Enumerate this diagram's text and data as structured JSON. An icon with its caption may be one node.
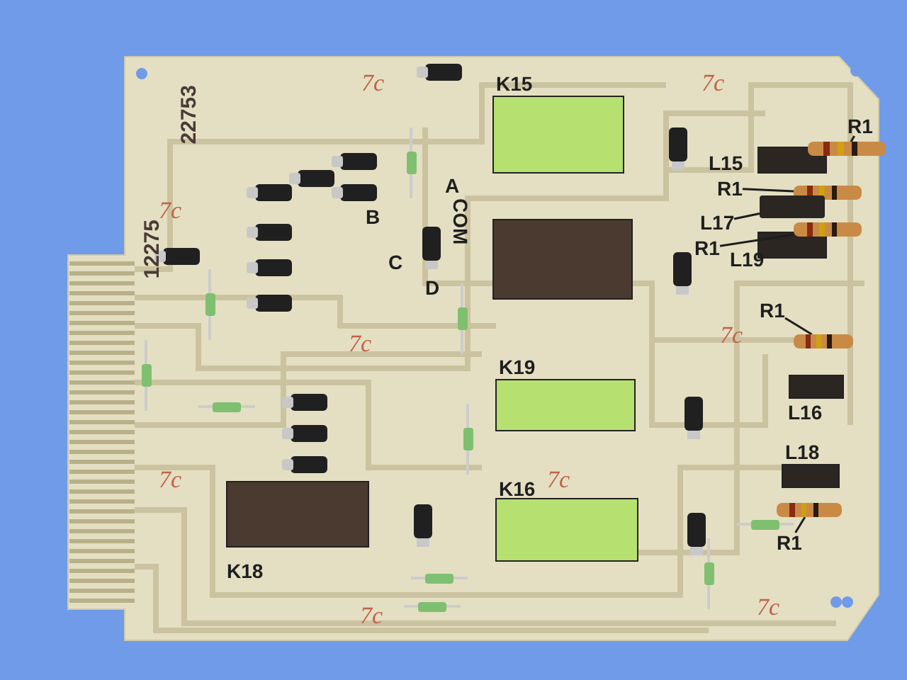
{
  "diagram": {
    "nodes": [
      {
        "text": [
          "R1"
        ]
      },
      {
        "text": [],
        "shape": "resistor"
      },
      {
        "text": [
          "R1"
        ]
      },
      {
        "text": [],
        "shape": "resistor"
      },
      {
        "text": [
          "L17"
        ]
      },
      {
        "text": [],
        "shape": "box"
      },
      {
        "text": [
          "R1"
        ]
      },
      {
        "text": [],
        "shape": "resistor"
      },
      {
        "text": [
          "R1"
        ]
      },
      {
        "text": [],
        "shape": "resistor"
      },
      {
        "text": [
          "R1"
        ]
      },
      {
        "text": [],
        "shape": "resistor"
      }
    ],
    "edges": [
      {
        "from": 0,
        "to": 1,
        "arrow": "none"
      },
      {
        "from": 2,
        "to": 3,
        "arrow": "none"
      },
      {
        "from": 4,
        "to": 5,
        "arrow": "none"
      },
      {
        "from": 6,
        "to": 7,
        "arrow": "none"
      },
      {
        "from": 8,
        "to": 9,
        "arrow": "none"
      },
      {
        "from": 10,
        "to": 11,
        "arrow": "none"
      }
    ],
    "labels": [
      "7c",
      "K15",
      "7c",
      "22753",
      "L15",
      "12275",
      "7c",
      "A",
      "COM",
      "B",
      "C",
      "L19",
      "D",
      "7c",
      "7c",
      "K19",
      "L16",
      "L18",
      "7c",
      "7c",
      "K16",
      "K18",
      "7c",
      "7c"
    ]
  }
}
